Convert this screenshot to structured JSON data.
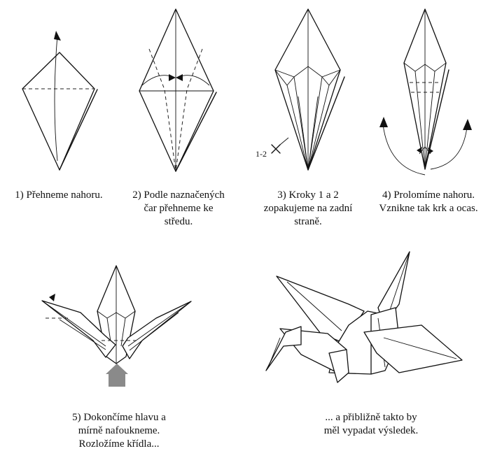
{
  "steps": [
    {
      "caption_lines": [
        "1) Přehneme nahoru."
      ]
    },
    {
      "caption_lines": [
        "2) Podle naznačených",
        "čar přehneme ke",
        "středu."
      ]
    },
    {
      "caption_lines": [
        "3) Kroky 1 a 2",
        "zopakujeme na zadní",
        "straně."
      ],
      "side_label": "1-2"
    },
    {
      "caption_lines": [
        "4) Prolomíme nahoru.",
        "Vznikne tak krk a ocas."
      ]
    },
    {
      "caption_lines": [
        "5) Dokončíme hlavu a",
        "mírně nafoukneme.",
        "Rozložíme křídla..."
      ]
    },
    {
      "caption_lines": [
        "... a přibližně takto by",
        "měl vypadat výsledek."
      ]
    }
  ]
}
